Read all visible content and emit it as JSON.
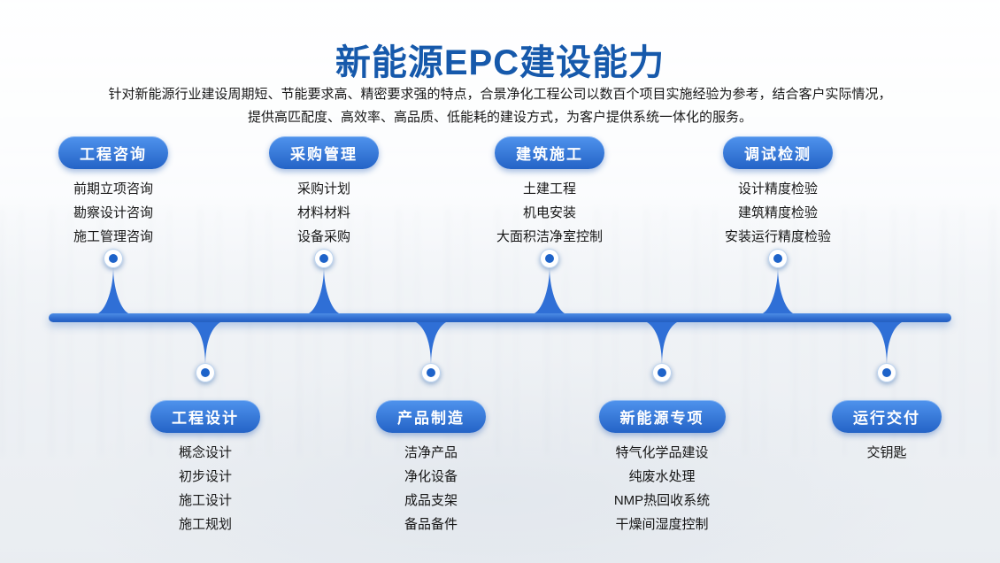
{
  "title": "新能源EPC建设能力",
  "subtitle": {
    "line1": "针对新能源行业建设周期短、节能要求高、精密要求强的特点，合景净化工程公司以数百个项目实施经验为参考，结合客户实际情况，",
    "line2": "提供高匹配度、高效率、高品质、低能耗的建设方式，为客户提供系统一体化的服务。"
  },
  "colors": {
    "title_blue": "#1659ab",
    "badge_blue": "#2f6fd6",
    "timeline_blue": "#2a66cb",
    "text_dark": "#161616"
  },
  "top_sections": [
    {
      "label": "工程咨询",
      "items": [
        "前期立项咨询",
        "勘察设计咨询",
        "施工管理咨询"
      ]
    },
    {
      "label": "采购管理",
      "items": [
        "采购计划",
        "材料材料",
        "设备采购"
      ]
    },
    {
      "label": "建筑施工",
      "items": [
        "土建工程",
        "机电安装",
        "大面积洁净室控制"
      ]
    },
    {
      "label": "调试检测",
      "items": [
        "设计精度检验",
        "建筑精度检验",
        "安装运行精度检验"
      ]
    }
  ],
  "bottom_sections": [
    {
      "label": "工程设计",
      "items": [
        "概念设计",
        "初步设计",
        "施工设计",
        "施工规划"
      ]
    },
    {
      "label": "产品制造",
      "items": [
        "洁净产品",
        "净化设备",
        "成品支架",
        "备品备件"
      ]
    },
    {
      "label": "新能源专项",
      "items": [
        "特气化学品建设",
        "纯废水处理",
        "NMP热回收系统",
        "干燥间湿度控制"
      ]
    },
    {
      "label": "运行交付",
      "items": [
        "交钥匙"
      ]
    }
  ]
}
